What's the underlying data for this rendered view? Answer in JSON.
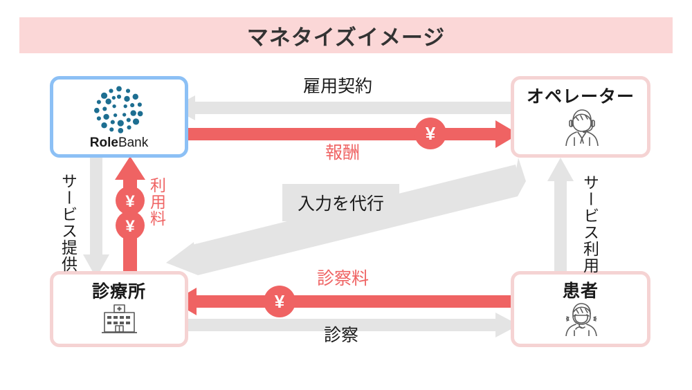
{
  "title": "マネタイズイメージ",
  "colors": {
    "banner_bg": "#fbd7d7",
    "red_arrow": "#ef6363",
    "gray_arrow": "#e4e4e4",
    "blue_border": "#8cc0f5",
    "pink_border": "#f5d3d3",
    "logo_dot": "#1d6e91",
    "text_dark": "#1a1a1a"
  },
  "nodes": {
    "rolebank": {
      "name": "RoleBank",
      "brand_bold": "Role",
      "brand_light": "Bank",
      "icon": "dot-circle-logo"
    },
    "operator": {
      "label": "オペレーター",
      "icon": "headset-person-icon"
    },
    "clinic": {
      "label": "診療所",
      "icon": "clinic-building-icon"
    },
    "patient": {
      "label": "患者",
      "icon": "masked-patient-icon"
    }
  },
  "flows": {
    "employment_contract": {
      "label": "雇用契約",
      "color": "gray",
      "direction": "operator-to-rolebank"
    },
    "compensation": {
      "label": "報酬",
      "color": "red",
      "direction": "rolebank-to-operator",
      "badge": "¥"
    },
    "service_provision": {
      "label": "サービス提供",
      "color": "gray",
      "direction": "rolebank-to-clinic"
    },
    "usage_fee": {
      "label": "利用料",
      "color": "red",
      "direction": "clinic-to-rolebank",
      "badge": "¥",
      "badge_count": 2
    },
    "proxy_input": {
      "label": "入力を代行",
      "color": "gray",
      "direction": "operator-to-clinic"
    },
    "service_use": {
      "label": "サービス利用",
      "color": "gray",
      "direction": "patient-to-operator"
    },
    "examination_fee": {
      "label": "診察料",
      "color": "red",
      "direction": "patient-to-clinic",
      "badge": "¥"
    },
    "examination": {
      "label": "診察",
      "color": "gray",
      "direction": "clinic-to-patient"
    }
  }
}
